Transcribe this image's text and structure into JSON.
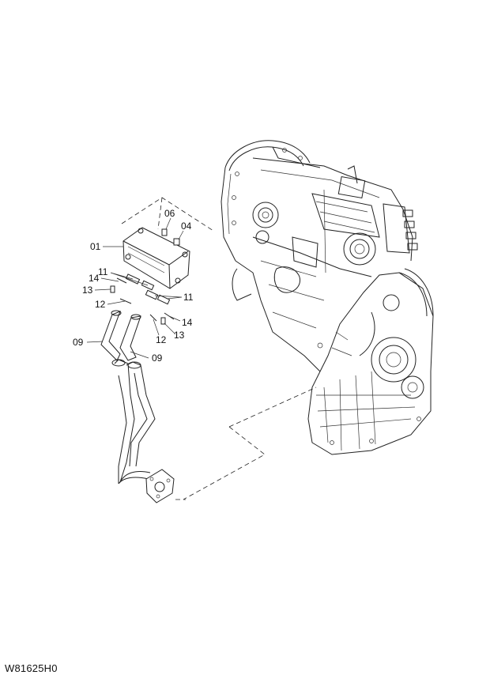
{
  "diagram": {
    "callouts": [
      {
        "id": "c-06",
        "text": "06"
      },
      {
        "id": "c-04",
        "text": "04"
      },
      {
        "id": "c-01",
        "text": "01"
      },
      {
        "id": "c-11a",
        "text": "11"
      },
      {
        "id": "c-14a",
        "text": "14"
      },
      {
        "id": "c-13a",
        "text": "13"
      },
      {
        "id": "c-11b",
        "text": "11"
      },
      {
        "id": "c-12a",
        "text": "12"
      },
      {
        "id": "c-14b",
        "text": "14"
      },
      {
        "id": "c-12b",
        "text": "12"
      },
      {
        "id": "c-13b",
        "text": "13"
      },
      {
        "id": "c-09a",
        "text": "09"
      },
      {
        "id": "c-09b",
        "text": "09"
      }
    ],
    "drawing_code": "W81625H0"
  }
}
